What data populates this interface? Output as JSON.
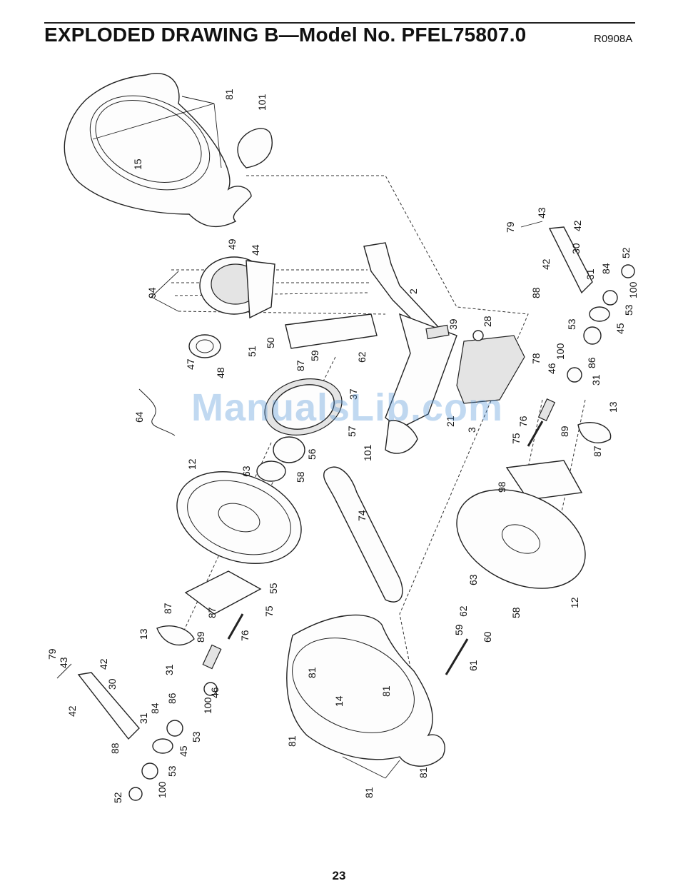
{
  "header": {
    "title": "EXPLODED DRAWING B—Model No. PFEL75807.0",
    "drawing_code": "R0908A"
  },
  "footer": {
    "page_number": "23"
  },
  "watermark": "ManualsLib.com",
  "callouts": [
    "81",
    "101",
    "15",
    "49",
    "44",
    "94",
    "2",
    "39",
    "28",
    "51",
    "50",
    "47",
    "48",
    "87",
    "59",
    "62",
    "57",
    "37",
    "64",
    "101",
    "12",
    "63",
    "56",
    "58",
    "74",
    "78",
    "76",
    "3",
    "21",
    "79",
    "43",
    "42",
    "30",
    "42",
    "84",
    "31",
    "52",
    "100",
    "88",
    "53",
    "45",
    "53",
    "100",
    "46",
    "86",
    "31",
    "13",
    "89",
    "75",
    "87",
    "98",
    "12",
    "63",
    "58",
    "62",
    "59",
    "60",
    "61",
    "87",
    "55",
    "87",
    "13",
    "89",
    "76",
    "75",
    "31",
    "46",
    "84",
    "86",
    "100",
    "31",
    "42",
    "43",
    "79",
    "30",
    "42",
    "88",
    "45",
    "53",
    "53",
    "100",
    "52",
    "81",
    "14",
    "81",
    "81",
    "81",
    "81"
  ]
}
